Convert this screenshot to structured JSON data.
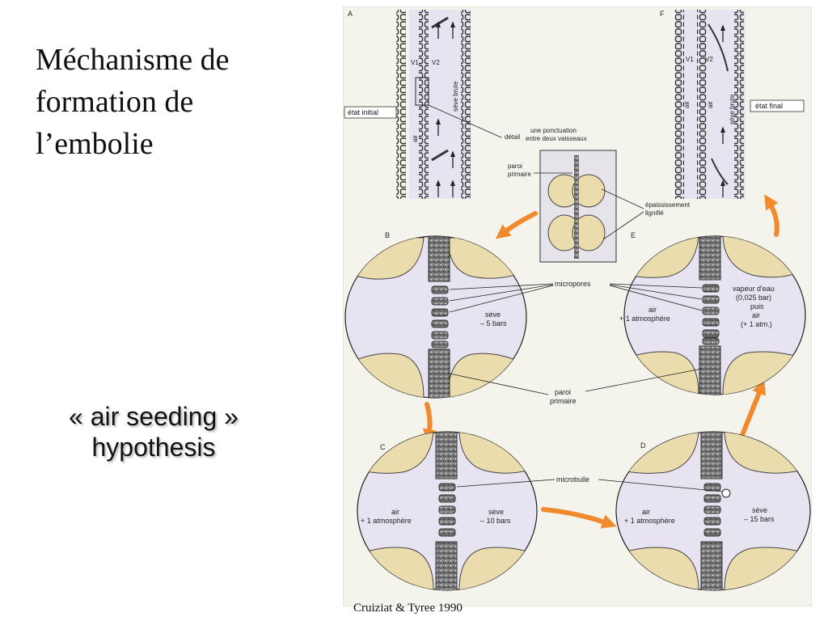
{
  "slide": {
    "title_lines": [
      "Méchanisme de",
      "formation de",
      "l’embolie"
    ],
    "hypothesis_lines": [
      "« air seeding »",
      "hypothesis"
    ],
    "credit": "Cruiziat & Tyree 1990"
  },
  "colors": {
    "background": "#ffffff",
    "figure_bg": "#f5f4ec",
    "vessel_fill": "#e7e3f1",
    "cell_fill": "#ebdcae",
    "wall_fill": "#6a6a6a",
    "arrow": "#f08a2c"
  },
  "figure": {
    "panels": {
      "a": "A",
      "b": "B",
      "c": "C",
      "d": "D",
      "e": "E",
      "f": "F"
    },
    "vessel_labels": {
      "v1": "V1",
      "v2": "V2",
      "seve_brute": "sève brute",
      "air": "air"
    },
    "state_labels": {
      "initial": "état initial",
      "final": "état final"
    },
    "detail": {
      "detail_label": "détail",
      "ponctuation_1": "une ponctuation",
      "ponctuation_2": "entre deux vaisseaux",
      "paroi_1": "paroi",
      "paroi_2": "primaire",
      "epaississement_1": "épaississement",
      "epaississement_2": "lignifié"
    },
    "micropores": "micropores",
    "microbulle": "microbulle",
    "paroi_primaire_1": "paroi",
    "paroi_primaire_2": "primaire",
    "b": {
      "seve_1": "sève",
      "seve_2": "– 5 bars"
    },
    "c": {
      "air_1": "air",
      "air_2": "+ 1 atmosphère",
      "seve_1": "sève",
      "seve_2": "– 10 bars"
    },
    "d": {
      "air_1": "air",
      "air_2": "+ 1 atmosphère",
      "seve_1": "sève",
      "seve_2": "– 15 bars"
    },
    "e": {
      "air_1": "air",
      "air_2": "+ 1 atmosphère",
      "vapeur_1": "vapeur d'eau",
      "vapeur_2": "(0,025 bar)",
      "vapeur_3": "puis",
      "vapeur_4": "air",
      "vapeur_5": "(+ 1 atm.)"
    }
  }
}
